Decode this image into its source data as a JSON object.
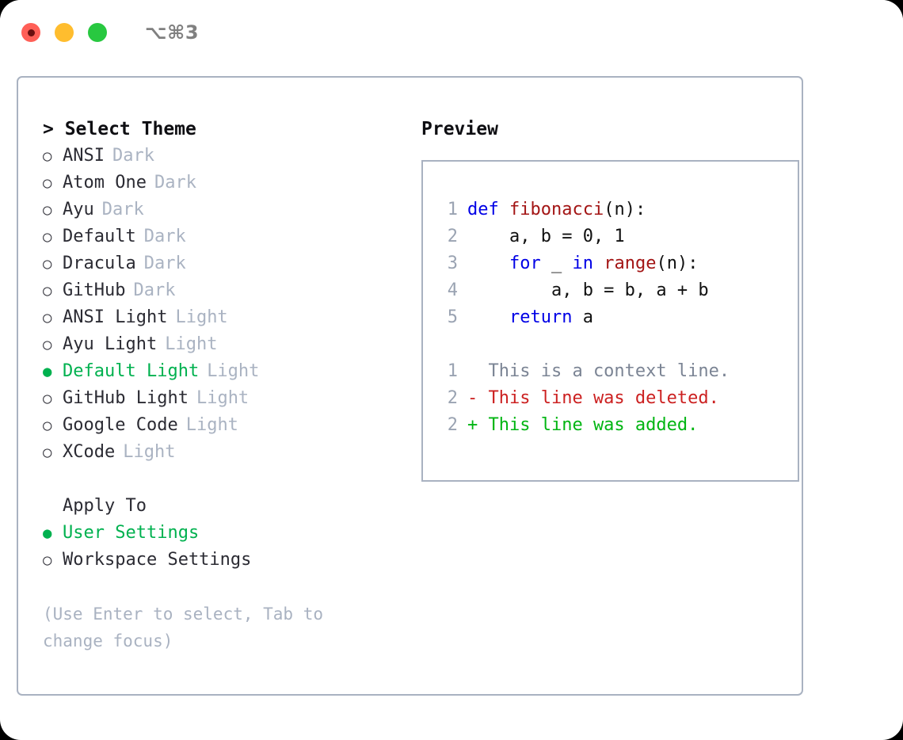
{
  "titlebar": {
    "title": "⌥⌘3",
    "lights": [
      {
        "name": "close",
        "color": "#ff5f57"
      },
      {
        "name": "minimize",
        "color": "#ffbd2e"
      },
      {
        "name": "maximize",
        "color": "#28c840"
      }
    ]
  },
  "theme_panel": {
    "heading": "> Select Theme",
    "selected_bullet": "●",
    "unselected_bullet": "○",
    "themes": [
      {
        "name": "ANSI",
        "badge": "Dark",
        "selected": false
      },
      {
        "name": "Atom One",
        "badge": "Dark",
        "selected": false
      },
      {
        "name": "Ayu",
        "badge": "Dark",
        "selected": false
      },
      {
        "name": "Default",
        "badge": "Dark",
        "selected": false
      },
      {
        "name": "Dracula",
        "badge": "Dark",
        "selected": false
      },
      {
        "name": "GitHub",
        "badge": "Dark",
        "selected": false
      },
      {
        "name": "ANSI Light",
        "badge": "Light",
        "selected": false
      },
      {
        "name": "Ayu Light",
        "badge": "Light",
        "selected": false
      },
      {
        "name": "Default Light",
        "badge": "Light",
        "selected": true
      },
      {
        "name": "GitHub Light",
        "badge": "Light",
        "selected": false
      },
      {
        "name": "Google Code",
        "badge": "Light",
        "selected": false
      },
      {
        "name": "XCode",
        "badge": "Light",
        "selected": false
      }
    ]
  },
  "apply_to": {
    "heading": "Apply To",
    "options": [
      {
        "name": "User Settings",
        "selected": true
      },
      {
        "name": "Workspace Settings",
        "selected": false
      }
    ]
  },
  "hint": "(Use Enter to select, Tab to change focus)",
  "preview": {
    "heading": "Preview",
    "code_lines": [
      {
        "no": "1",
        "tokens": [
          {
            "t": "def ",
            "c": "kw"
          },
          {
            "t": "fibonacci",
            "c": "fn"
          },
          {
            "t": "(n):",
            "c": "pl"
          }
        ]
      },
      {
        "no": "2",
        "tokens": [
          {
            "t": "    a, b = 0, 1",
            "c": "pl"
          }
        ]
      },
      {
        "no": "3",
        "tokens": [
          {
            "t": "    ",
            "c": "pl"
          },
          {
            "t": "for",
            "c": "kw"
          },
          {
            "t": " _ ",
            "c": "pl"
          },
          {
            "t": "in ",
            "c": "kw"
          },
          {
            "t": "range",
            "c": "fn"
          },
          {
            "t": "(n):",
            "c": "pl"
          }
        ]
      },
      {
        "no": "4",
        "tokens": [
          {
            "t": "        a, b = b, a + b",
            "c": "pl"
          }
        ]
      },
      {
        "no": "5",
        "tokens": [
          {
            "t": "    ",
            "c": "pl"
          },
          {
            "t": "return ",
            "c": "kw"
          },
          {
            "t": "a",
            "c": "pl"
          }
        ]
      }
    ],
    "diff_lines": [
      {
        "no": "1",
        "marker": "  ",
        "text": "This is a context line.",
        "kind": "ctx"
      },
      {
        "no": "2",
        "marker": "- ",
        "text": "This line was deleted.",
        "kind": "del"
      },
      {
        "no": "2",
        "marker": "+ ",
        "text": "This line was added.",
        "kind": "add"
      }
    ]
  },
  "colors": {
    "accent_green": "#00b14f",
    "border": "#a9b2c1",
    "badge": "#aab3c2",
    "keyword": "#0000e6",
    "function": "#a31515",
    "diff_add": "#00b512",
    "diff_del": "#cc2121",
    "diff_ctx": "#7b8494"
  }
}
